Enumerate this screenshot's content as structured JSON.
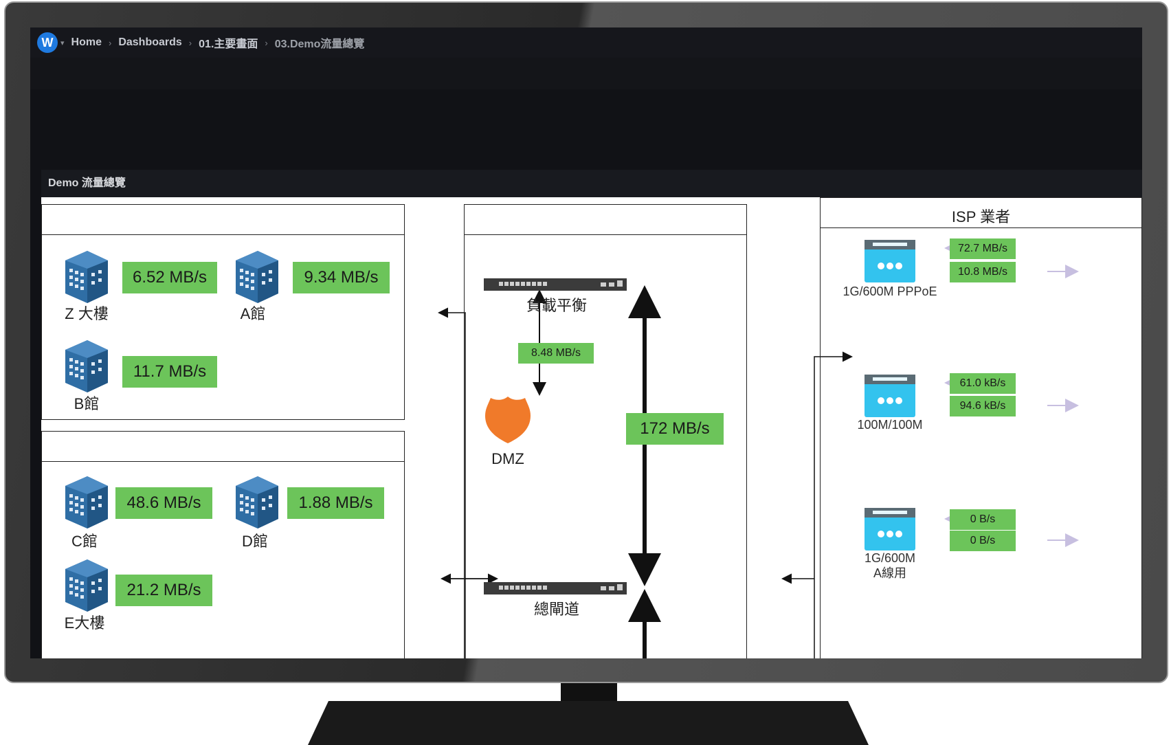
{
  "breadcrumb": {
    "home": "Home",
    "dashboards": "Dashboards",
    "folder": "01.主要畫面",
    "current": "03.Demo流量總覽"
  },
  "panel": {
    "title": "Demo 流量總覽"
  },
  "left_top": {
    "buildings": [
      {
        "name": "Z 大樓",
        "rate": "6.52 MB/s"
      },
      {
        "name": "A館",
        "rate": "9.34 MB/s"
      },
      {
        "name": "B館",
        "rate": "11.7 MB/s"
      }
    ]
  },
  "left_bottom": {
    "buildings": [
      {
        "name": "C館",
        "rate": "48.6 MB/s"
      },
      {
        "name": "D館",
        "rate": "1.88 MB/s"
      },
      {
        "name": "E大樓",
        "rate": "21.2 MB/s"
      }
    ]
  },
  "center": {
    "load_balancer": "負載平衡",
    "dmz": "DMZ",
    "dmz_rate": "8.48 MB/s",
    "trunk_rate": "172 MB/s",
    "gateway": "總閘道"
  },
  "isp": {
    "title": "ISP 業者",
    "lines": [
      {
        "name": "1G/600M PPPoE",
        "in": "72.7 MB/s",
        "out": "10.8 MB/s"
      },
      {
        "name": "100M/100M",
        "in": "61.0 kB/s",
        "out": "94.6 kB/s"
      },
      {
        "name": "1G/600M\nA線用",
        "name_line1": "1G/600M",
        "name_line2": "A線用",
        "in": "0 B/s",
        "out": "0 B/s"
      }
    ]
  },
  "colors": {
    "rate_bg": "#6cc45a",
    "modem": "#33c3ee",
    "building": "#2f6ea5",
    "dmz_shield": "#f07a2a"
  }
}
